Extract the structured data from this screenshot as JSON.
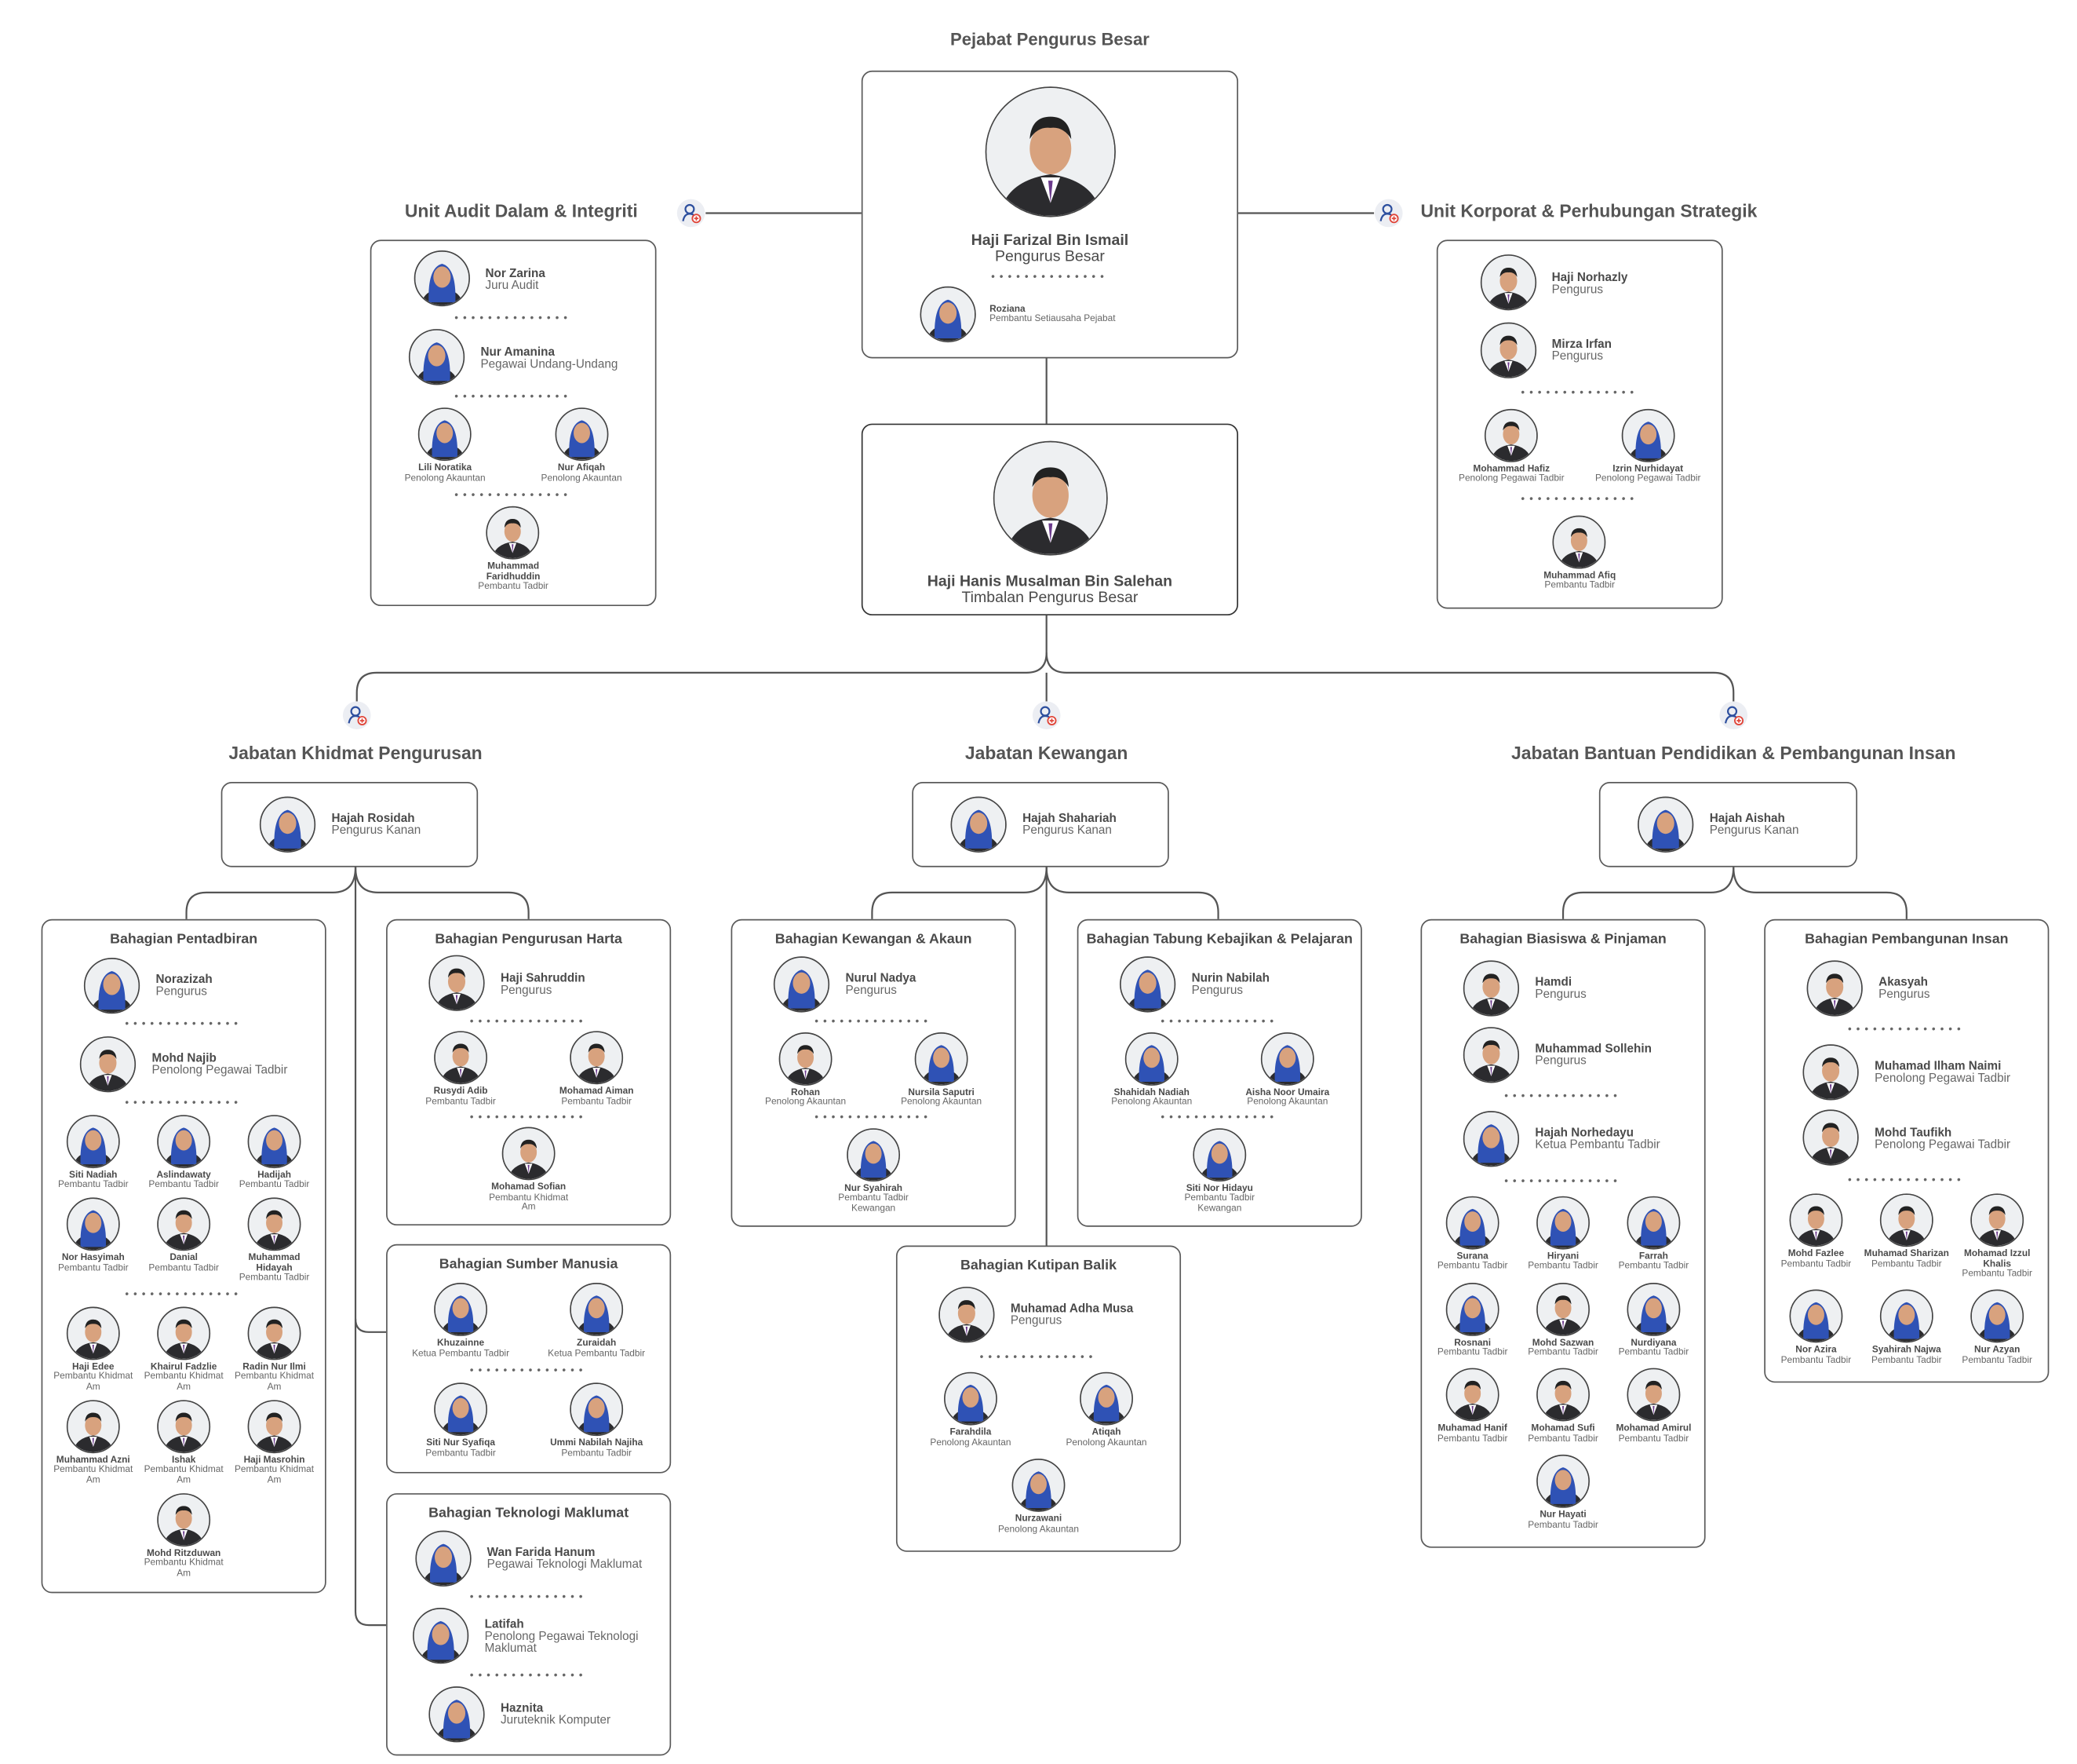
{
  "office": {
    "label": "Pejabat Pengurus Besar",
    "gm": {
      "name": "Haji Farizal Bin Ismail",
      "title": "Pengurus Besar",
      "avatar": "suit"
    },
    "secretary": {
      "name": "Roziana",
      "title": "Pembantu Setiausaha Pejabat",
      "avatar": "hijab"
    },
    "deputy": {
      "name": "Haji Hanis Musalman Bin Salehan",
      "title": "Timbalan Pengurus Besar",
      "avatar": "suit"
    }
  },
  "icons": {
    "org_node": "add-person-icon"
  },
  "colors": {
    "line": "#555555",
    "hijab": "#2f52b5",
    "accent_red": "#e0463a"
  },
  "depts": [
    {
      "title": "Jabatan Khidmat Pengurusan",
      "head": {
        "name": "Hajah Rosidah",
        "title": "Pengurus Kanan",
        "avatar": "hijab"
      }
    },
    {
      "title": "Jabatan Kewangan",
      "head": {
        "name": "Hajah Shahariah",
        "title": "Pengurus Kanan",
        "avatar": "hijab"
      }
    },
    {
      "title": "Jabatan Bantuan Pendidikan & Pembangunan Insan",
      "head": {
        "name": "Hajah Aishah",
        "title": "Pengurus Kanan",
        "avatar": "hijab"
      }
    }
  ],
  "units": [
    {
      "title": "Unit Audit Dalam & Integriti",
      "rows": [
        [
          {
            "name": "Nor Zarina",
            "title": "Juru Audit",
            "avatar": "hijab"
          }
        ],
        [
          {
            "name": "Nur Amanina",
            "title": "Pegawai Undang-Undang",
            "avatar": "hijab"
          }
        ],
        [
          {
            "name": "Lili Noratika",
            "title": "Penolong Akauntan",
            "avatar": "hijab"
          },
          {
            "name": "Nur Afiqah",
            "title": "Penolong Akauntan",
            "avatar": "hijab"
          }
        ],
        [
          {
            "name": "Muhammad Faridhuddin",
            "title": "Pembantu Tadbir",
            "avatar": "suit"
          }
        ]
      ]
    },
    {
      "title": "Unit Korporat & Perhubungan Strategik",
      "rows": [
        [
          {
            "name": "Haji Norhazly",
            "title": "Pengurus",
            "avatar": "suit"
          }
        ],
        [
          {
            "name": "Mirza Irfan",
            "title": "Pengurus",
            "avatar": "suit"
          }
        ],
        [
          {
            "name": "Mohammad Hafiz",
            "title": "Penolong Pegawai Tadbir",
            "avatar": "suit"
          },
          {
            "name": "Izrin Nurhidayat",
            "title": "Penolong Pegawai Tadbir",
            "avatar": "hijab"
          }
        ],
        [
          {
            "name": "Muhammad Afiq",
            "title": "Pembantu Tadbir",
            "avatar": "suit"
          }
        ]
      ]
    },
    {
      "title": "Bahagian Pentadbiran",
      "rows": [
        [
          {
            "name": "Norazizah",
            "title": "Pengurus",
            "avatar": "hijab"
          }
        ],
        [
          {
            "name": "Mohd Najib",
            "title": "Penolong Pegawai Tadbir",
            "avatar": "suit"
          }
        ],
        [
          {
            "name": "Siti Nadiah",
            "title": "Pembantu Tadbir",
            "avatar": "hijab"
          },
          {
            "name": "Aslindawaty",
            "title": "Pembantu Tadbir",
            "avatar": "hijab"
          },
          {
            "name": "Hadijah",
            "title": "Pembantu Tadbir",
            "avatar": "hijab"
          }
        ],
        [
          {
            "name": "Nor Hasyimah",
            "title": "Pembantu Tadbir",
            "avatar": "hijab"
          },
          {
            "name": "Danial",
            "title": "Pembantu Tadbir",
            "avatar": "suit"
          },
          {
            "name": "Muhammad Hidayah",
            "title": "Pembantu Tadbir",
            "avatar": "suit"
          }
        ],
        [
          {
            "name": "Haji Edee",
            "title": "Pembantu Khidmat Am",
            "avatar": "suit"
          },
          {
            "name": "Khairul Fadzlie",
            "title": "Pembantu Khidmat Am",
            "avatar": "suit"
          },
          {
            "name": "Radin Nur Ilmi",
            "title": "Pembantu Khidmat Am",
            "avatar": "suit"
          }
        ],
        [
          {
            "name": "Muhammad Azni",
            "title": "Pembantu Khidmat Am",
            "avatar": "suit"
          },
          {
            "name": "Ishak",
            "title": "Pembantu Khidmat Am",
            "avatar": "suit"
          },
          {
            "name": "Haji Masrohin",
            "title": "Pembantu Khidmat Am",
            "avatar": "suit"
          }
        ],
        [
          {
            "name": "Mohd Ritzduwan",
            "title": "Pembantu Khidmat Am",
            "avatar": "suit"
          }
        ]
      ]
    },
    {
      "title": "Bahagian Pengurusan Harta",
      "rows": [
        [
          {
            "name": "Haji Sahruddin",
            "title": "Pengurus",
            "avatar": "suit"
          }
        ],
        [
          {
            "name": "Rusydi Adib",
            "title": "Pembantu Tadbir",
            "avatar": "suit"
          },
          {
            "name": "Mohamad Aiman",
            "title": "Pembantu Tadbir",
            "avatar": "suit"
          }
        ],
        [
          {
            "name": "Mohamad Sofian",
            "title": "Pembantu Khidmat Am",
            "avatar": "suit"
          }
        ]
      ]
    },
    {
      "title": "Bahagian Sumber Manusia",
      "rows": [
        [
          {
            "name": "Khuzainne",
            "title": "Ketua Pembantu Tadbir",
            "avatar": "hijab"
          },
          {
            "name": "Zuraidah",
            "title": "Ketua Pembantu Tadbir",
            "avatar": "hijab"
          }
        ],
        [
          {
            "name": "Siti Nur Syafiqa",
            "title": "Pembantu Tadbir",
            "avatar": "hijab"
          },
          {
            "name": "Ummi Nabilah Najiha",
            "title": "Pembantu Tadbir",
            "avatar": "hijab"
          }
        ]
      ]
    },
    {
      "title": "Bahagian Teknologi Maklumat",
      "rows": [
        [
          {
            "name": "Wan Farida Hanum",
            "title": "Pegawai Teknologi Maklumat",
            "avatar": "hijab"
          }
        ],
        [
          {
            "name": "Latifah",
            "title": "Penolong Pegawai Teknologi Maklumat",
            "avatar": "hijab"
          }
        ],
        [
          {
            "name": "Haznita",
            "title": "Juruteknik Komputer",
            "avatar": "hijab"
          }
        ]
      ]
    },
    {
      "title": "Bahagian Kewangan & Akaun",
      "rows": [
        [
          {
            "name": "Nurul Nadya",
            "title": "Pengurus",
            "avatar": "hijab"
          }
        ],
        [
          {
            "name": "Rohan",
            "title": "Penolong Akauntan",
            "avatar": "suit"
          },
          {
            "name": "Nursila Saputri",
            "title": "Penolong Akauntan",
            "avatar": "hijab"
          }
        ],
        [
          {
            "name": "Nur Syahirah",
            "title": "Pembantu Tadbir Kewangan",
            "avatar": "hijab"
          }
        ]
      ]
    },
    {
      "title": "Bahagian Tabung Kebajikan & Pelajaran",
      "rows": [
        [
          {
            "name": "Nurin Nabilah",
            "title": "Pengurus",
            "avatar": "hijab"
          }
        ],
        [
          {
            "name": "Shahidah Nadiah",
            "title": "Penolong Akauntan",
            "avatar": "hijab"
          },
          {
            "name": "Aisha Noor Umaira",
            "title": "Penolong Akauntan",
            "avatar": "hijab"
          }
        ],
        [
          {
            "name": "Siti Nor Hidayu",
            "title": "Pembantu Tadbir Kewangan",
            "avatar": "hijab"
          }
        ]
      ]
    },
    {
      "title": "Bahagian Kutipan Balik",
      "rows": [
        [
          {
            "name": "Muhamad Adha Musa",
            "title": "Pengurus",
            "avatar": "suit"
          }
        ],
        [
          {
            "name": "Farahdila",
            "title": "Penolong Akauntan",
            "avatar": "hijab"
          },
          {
            "name": "Atiqah",
            "title": "Penolong Akauntan",
            "avatar": "hijab"
          }
        ],
        [
          {
            "name": "Nurzawani",
            "title": "Penolong Akauntan",
            "avatar": "hijab"
          }
        ]
      ]
    },
    {
      "title": "Bahagian Biasiswa & Pinjaman",
      "rows": [
        [
          {
            "name": "Hamdi",
            "title": "Pengurus",
            "avatar": "suit"
          }
        ],
        [
          {
            "name": "Muhammad Sollehin",
            "title": "Pengurus",
            "avatar": "suit"
          }
        ],
        [
          {
            "name": "Hajah Norhedayu",
            "title": "Ketua Pembantu Tadbir",
            "avatar": "hijab"
          }
        ],
        [
          {
            "name": "Surana",
            "title": "Pembantu Tadbir",
            "avatar": "hijab"
          },
          {
            "name": "Hiryani",
            "title": "Pembantu Tadbir",
            "avatar": "hijab"
          },
          {
            "name": "Farrah",
            "title": "Pembantu Tadbir",
            "avatar": "hijab"
          }
        ],
        [
          {
            "name": "Rosnani",
            "title": "Pembantu Tadbir",
            "avatar": "hijab"
          },
          {
            "name": "Mohd Sazwan",
            "title": "Pembantu Tadbir",
            "avatar": "suit"
          },
          {
            "name": "Nurdiyana",
            "title": "Pembantu Tadbir",
            "avatar": "hijab"
          }
        ],
        [
          {
            "name": "Muhamad Hanif",
            "title": "Pembantu Tadbir",
            "avatar": "suit"
          },
          {
            "name": "Mohamad Sufi",
            "title": "Pembantu Tadbir",
            "avatar": "suit"
          },
          {
            "name": "Mohamad Amirul",
            "title": "Pembantu Tadbir",
            "avatar": "suit"
          }
        ],
        [
          {
            "name": "Nur Hayati",
            "title": "Pembantu Tadbir",
            "avatar": "hijab"
          }
        ]
      ]
    },
    {
      "title": "Bahagian Pembangunan Insan",
      "rows": [
        [
          {
            "name": "Akasyah",
            "title": "Pengurus",
            "avatar": "suit"
          }
        ],
        [
          {
            "name": "Muhamad Ilham Naimi",
            "title": "Penolong Pegawai Tadbir",
            "avatar": "suit"
          }
        ],
        [
          {
            "name": "Mohd Taufikh",
            "title": "Penolong Pegawai Tadbir",
            "avatar": "suit"
          }
        ],
        [
          {
            "name": "Mohd Fazlee",
            "title": "Pembantu Tadbir",
            "avatar": "suit"
          },
          {
            "name": "Muhamad Sharizan",
            "title": "Pembantu Tadbir",
            "avatar": "suit"
          },
          {
            "name": "Mohamad Izzul Khalis",
            "title": "Pembantu Tadbir",
            "avatar": "suit"
          }
        ],
        [
          {
            "name": "Nor Azira",
            "title": "Pembantu Tadbir",
            "avatar": "hijab"
          },
          {
            "name": "Syahirah Najwa",
            "title": "Pembantu Tadbir",
            "avatar": "hijab"
          },
          {
            "name": "Nur Azyan",
            "title": "Pembantu Tadbir",
            "avatar": "hijab"
          }
        ]
      ]
    }
  ]
}
